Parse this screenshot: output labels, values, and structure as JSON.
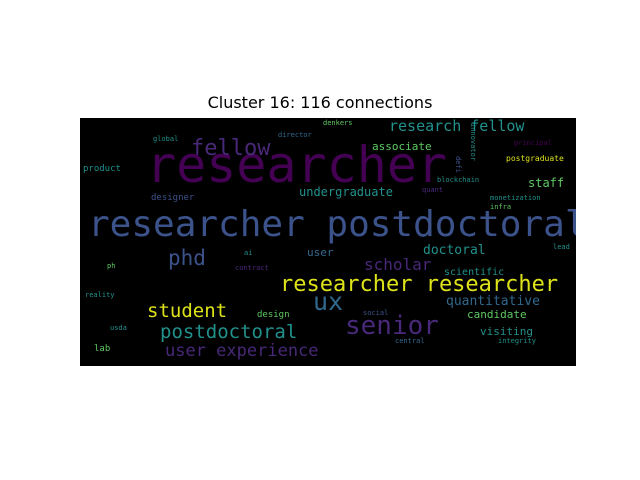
{
  "title": "Cluster 16: 116 connections",
  "colors": {
    "purple": "#482878",
    "dark_purple": "#440154",
    "blue": "#3b528b",
    "teal": "#21918c",
    "green": "#5ec962",
    "yellow": "#dde318",
    "slate": "#31688e"
  },
  "words": [
    "researcher",
    "researcher postdoctoral",
    "fellow",
    "research fellow",
    "associate",
    "undergraduate",
    "staff",
    "phd",
    "user",
    "doctoral",
    "scholar",
    "researcher researcher",
    "ux",
    "student",
    "senior",
    "quantitative",
    "postdoctoral",
    "candidate",
    "user experience",
    "visiting",
    "scientific",
    "design",
    "designer",
    "product",
    "global",
    "director",
    "denkers",
    "innovator",
    "defi",
    "blockchain",
    "quant",
    "postgraduate",
    "principal",
    "monetization",
    "infra",
    "lead",
    "ph",
    "ai",
    "contract",
    "reality",
    "usda",
    "lab",
    "social",
    "central",
    "integrity"
  ]
}
